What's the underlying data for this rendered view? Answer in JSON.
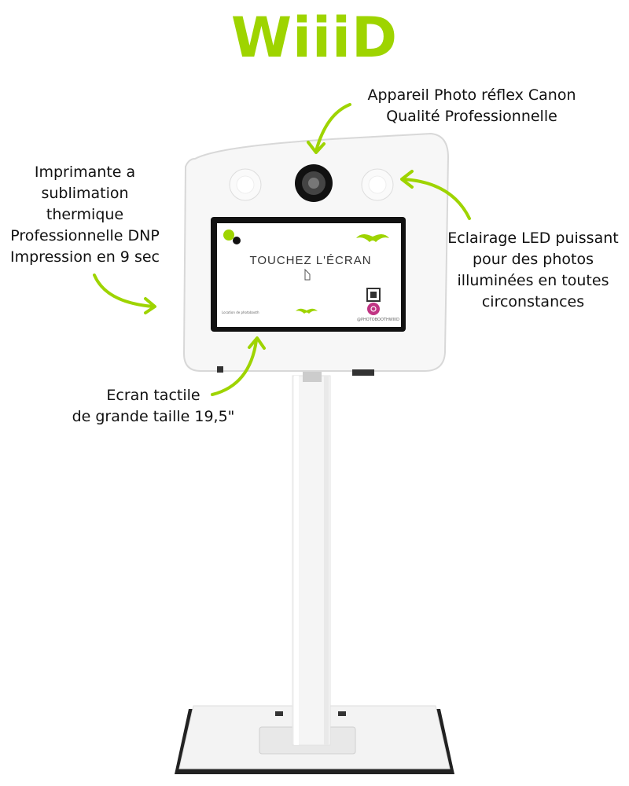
{
  "brand": {
    "logo_text": "WiiiD",
    "accent": "#9ED400"
  },
  "labels": {
    "camera": [
      "Appareil Photo réflex Canon",
      "Qualité Professionnelle"
    ],
    "printer": [
      "Imprimante a",
      "sublimation",
      "thermique",
      "Professionnelle DNP",
      "Impression en 9 sec"
    ],
    "led": [
      "Eclairage LED puissant",
      "pour des photos",
      "illuminées en toutes",
      "circonstances"
    ],
    "screen": [
      "Ecran tactile",
      "de grande taille 19,5\""
    ]
  },
  "screen": {
    "touch_text": "TOUCHEZ L'ÉCRAN",
    "small_left": "Location de photobooth",
    "small_right": "@PHOTOBOOTHWIIID"
  },
  "icons": [
    "camera-lens-icon",
    "led-light-icon",
    "mustache-icon",
    "qr-code-icon",
    "instagram-icon",
    "hand-pointer-icon",
    "arrow-icon"
  ]
}
